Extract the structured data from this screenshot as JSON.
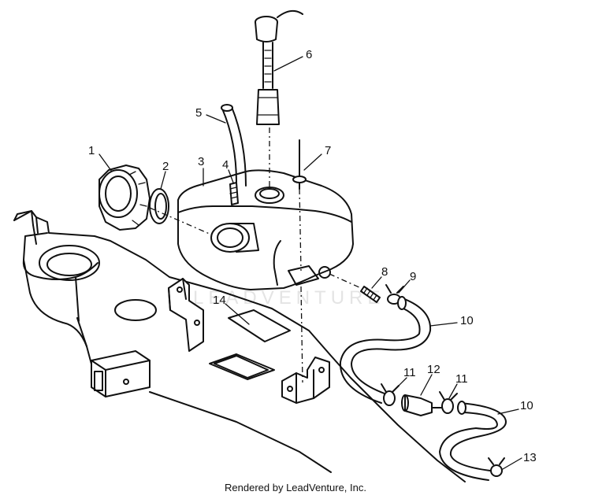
{
  "callouts": [
    {
      "id": "1",
      "text": "1"
    },
    {
      "id": "2",
      "text": "2"
    },
    {
      "id": "3",
      "text": "3"
    },
    {
      "id": "4",
      "text": "4"
    },
    {
      "id": "5",
      "text": "5"
    },
    {
      "id": "6",
      "text": "6"
    },
    {
      "id": "7",
      "text": "7"
    },
    {
      "id": "8",
      "text": "8"
    },
    {
      "id": "9",
      "text": "9"
    },
    {
      "id": "10a",
      "text": "10"
    },
    {
      "id": "10b",
      "text": "10"
    },
    {
      "id": "11a",
      "text": "11"
    },
    {
      "id": "11b",
      "text": "11"
    },
    {
      "id": "12",
      "text": "12"
    },
    {
      "id": "13",
      "text": "13"
    },
    {
      "id": "14",
      "text": "14"
    }
  ],
  "watermark": "LEADVENTURE",
  "footer": "Rendered by LeadVenture, Inc."
}
